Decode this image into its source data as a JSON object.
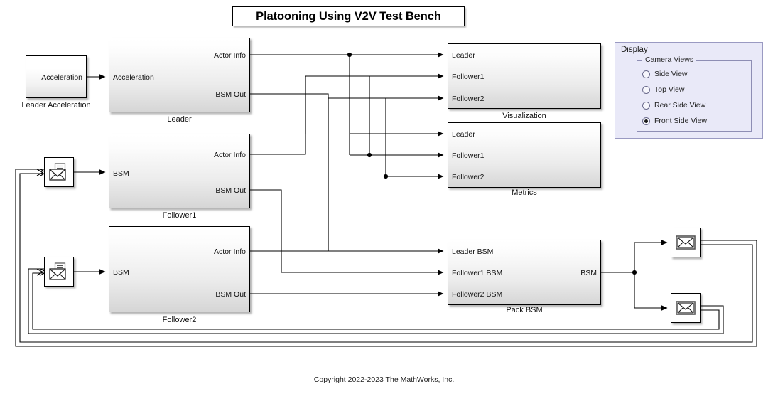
{
  "title": "Platooning Using V2V Test Bench",
  "copyright": "Copyright 2022-2023 The MathWorks, Inc.",
  "blocks": {
    "leader_acceleration": {
      "name": "Leader Acceleration",
      "out_ports": [
        "Acceleration"
      ]
    },
    "leader": {
      "name": "Leader",
      "in_ports": [
        "Acceleration"
      ],
      "out_ports": [
        "Actor Info",
        "BSM Out"
      ]
    },
    "follower1": {
      "name": "Follower1",
      "in_ports": [
        "BSM"
      ],
      "out_ports": [
        "Actor Info",
        "BSM Out"
      ]
    },
    "follower2": {
      "name": "Follower2",
      "in_ports": [
        "BSM"
      ],
      "out_ports": [
        "Actor Info",
        "BSM Out"
      ]
    },
    "visualization": {
      "name": "Visualization",
      "in_ports": [
        "Leader",
        "Follower1",
        "Follower2"
      ]
    },
    "metrics": {
      "name": "Metrics",
      "in_ports": [
        "Leader",
        "Follower1",
        "Follower2"
      ]
    },
    "pack_bsm": {
      "name": "Pack BSM",
      "in_ports": [
        "Leader BSM",
        "Follower1 BSM",
        "Follower2 BSM"
      ],
      "out_ports": [
        "BSM"
      ]
    }
  },
  "message_blocks": [
    {
      "id": "receive-follower1",
      "icon": "message-receive-icon"
    },
    {
      "id": "receive-follower2",
      "icon": "message-receive-icon"
    },
    {
      "id": "send-upper",
      "icon": "message-send-icon"
    },
    {
      "id": "send-lower",
      "icon": "message-send-icon"
    }
  ],
  "display": {
    "title": "Display",
    "group_label": "Camera Views",
    "options": [
      {
        "label": "Side View",
        "selected": false
      },
      {
        "label": "Top View",
        "selected": false
      },
      {
        "label": "Rear Side View",
        "selected": false
      },
      {
        "label": "Front Side View",
        "selected": true
      }
    ]
  },
  "colors": {
    "block_border": "#000000",
    "panel_fill": "#e9e9f8",
    "panel_border": "#9a9ac2",
    "wire": "#000000",
    "canvas": "#ffffff"
  }
}
